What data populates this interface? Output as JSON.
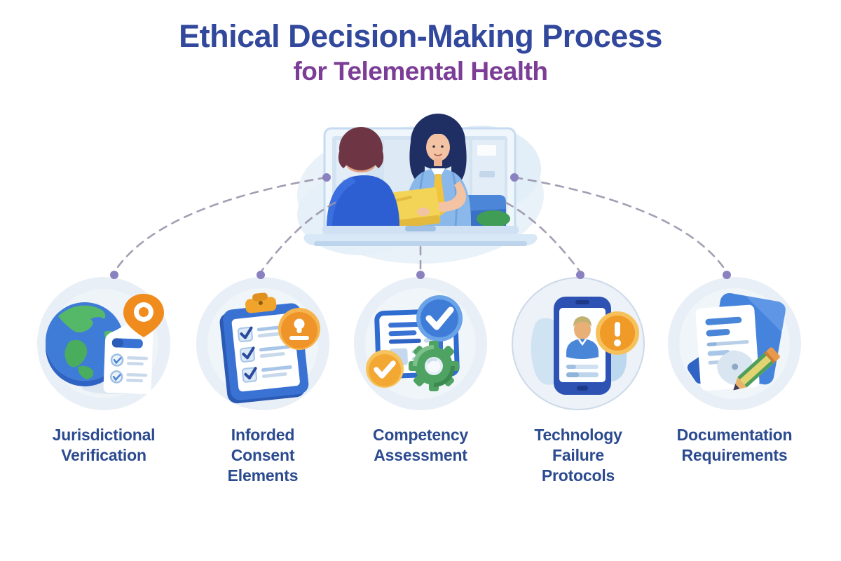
{
  "title": {
    "line1": "Ethical Decision-Making Process",
    "line2": "for Telemental Health"
  },
  "illustration": {
    "icon": "telehealth-video-call-laptop-illustration"
  },
  "steps": [
    {
      "label": "Jurisdictional\nVerification",
      "icon": "globe-location-pin-checklist-icon"
    },
    {
      "label": "Inforded\nConsent\nElements",
      "icon": "clipboard-checklist-person-badge-icon"
    },
    {
      "label": "Competency\nAssessment",
      "icon": "certificate-checkmark-gear-icon"
    },
    {
      "label": "Technology\nFailure\nProtocols",
      "icon": "smartphone-user-alert-icon"
    },
    {
      "label": "Documentation\nRequirements",
      "icon": "documents-stamp-pencil-icon"
    }
  ],
  "colors": {
    "title_blue": "#32489c",
    "subtitle_purple": "#7b3d96",
    "label_navy": "#2b4a8f",
    "connector_gray": "#9a94ab",
    "connector_dot_purple": "#8a82c0",
    "circle_background": "#e9eff6",
    "accent_blue": "#3a72d4",
    "accent_orange": "#f0922c",
    "accent_green": "#4ea262",
    "accent_yellow": "#f2c94c"
  }
}
